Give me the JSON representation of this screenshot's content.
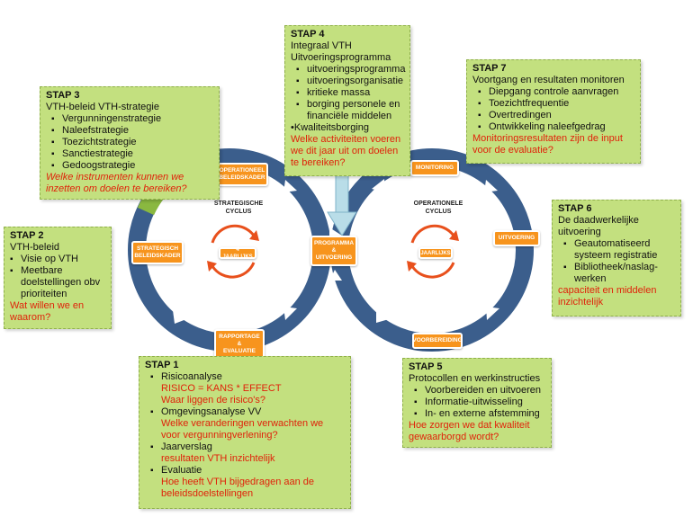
{
  "colors": {
    "ring": "#3b5e8c",
    "ring_light": "#c9d3df",
    "box": "#c3e07f",
    "pill": "#f7941d",
    "red_text": "#e0220a",
    "green_arc": "#8ab840"
  },
  "cycles": {
    "left": {
      "title": "STRATEGISCHE\nCYCLUS",
      "center": "4 JAARLIJKS"
    },
    "right": {
      "title": "OPERATIONELE\nCYCLUS",
      "center": "JAARLIJKS"
    }
  },
  "pills": {
    "operationeel": "OPERATIONEEL\nBELEIDSKADER",
    "strategisch": "STRATEGISCH\nBELEIDSKADER",
    "programma": "PROGRAMMA\n&\nUITVOERING",
    "rapportage": "RAPPORTAGE\n&\nEVALUATIE",
    "monitoring": "MONITORING",
    "uitvoering": "UITVOERING",
    "voorbereiding": "VOORBEREIDING"
  },
  "stap3": {
    "title": "STAP 3",
    "subtitle": "VTH-beleid VTH-strategie",
    "items": [
      "Vergunningenstrategie",
      "Naleefstrategie",
      "Toezichtstrategie",
      "Sanctiestrategie",
      "Gedoogstrategie"
    ],
    "question": "Welke instrumenten kunnen we inzetten om doelen te bereiken?"
  },
  "stap4": {
    "title": "STAP 4",
    "subtitle1": "Integraal VTH",
    "subtitle2": "Uitvoeringsprogramma",
    "items": [
      "uitvoeringsprogramma",
      "uitvoeringsorganisatie",
      "kritieke massa",
      "borging personele en financiële middelen"
    ],
    "extra": "•Kwaliteitsborging",
    "question": "Welke activiteiten voeren we dit jaar uit om doelen te bereiken?"
  },
  "stap7": {
    "title": "STAP 7",
    "subtitle": "Voortgang en resultaten monitoren",
    "items": [
      "Diepgang controle aanvragen",
      "Toezichtfrequentie",
      "Overtredingen",
      "Ontwikkeling naleefgedrag"
    ],
    "question": "Monitoringsresultaten zijn de input voor de evaluatie?"
  },
  "stap2": {
    "title": "STAP 2",
    "subtitle": "VTH-beleid",
    "items": [
      "Visie op VTH",
      "Meetbare doelstellingen obv prioriteiten"
    ],
    "question": "Wat willen we en waarom?"
  },
  "stap6": {
    "title": "STAP 6",
    "subtitle": "De daadwerkelijke uitvoering",
    "items": [
      "Geautomatiseerd systeem registratie",
      "Bibliotheek/naslag-werken"
    ],
    "question": "capaciteit en middelen inzichtelijk"
  },
  "stap1": {
    "title": "STAP 1",
    "item1": "Risicoanalyse",
    "item1_red1": "RISICO = KANS * EFFECT",
    "item1_red2": "Waar liggen de risico's?",
    "item2": "Omgevingsanalyse VV",
    "item2_red": "Welke veranderingen verwachten we voor vergunningverlening?",
    "item3": "Jaarverslag",
    "item3_red": "resultaten VTH inzichtelijk",
    "item4": "Evaluatie",
    "item4_red": "Hoe heeft VTH bijgedragen aan de beleidsdoelstellingen"
  },
  "stap5": {
    "title": "STAP 5",
    "subtitle": "Protocollen en werkinstructies",
    "items": [
      "Voorbereiden en uitvoeren",
      "Informatie-uitwisseling",
      "In- en externe afstemming"
    ],
    "question": "Hoe zorgen we dat kwaliteit gewaarborgd wordt?"
  }
}
